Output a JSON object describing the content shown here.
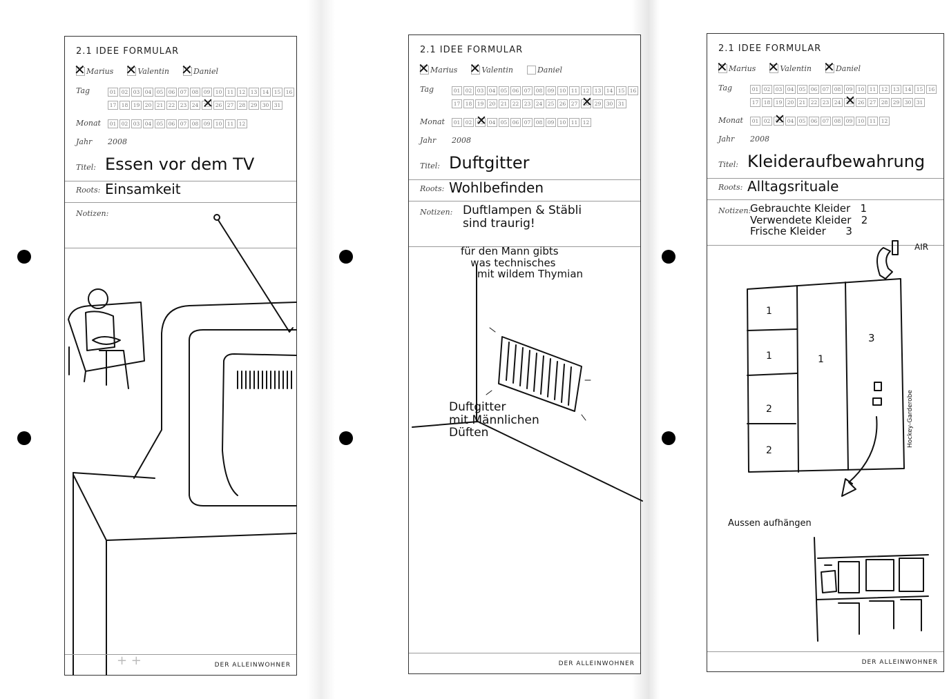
{
  "document": {
    "footer": "DER ALLEINWOHNER"
  },
  "forms": [
    {
      "heading": "2.1 IDEE FORMULAR",
      "names": [
        {
          "label": "Marius",
          "checked": true
        },
        {
          "label": "Valentin",
          "checked": true
        },
        {
          "label": "Daniel",
          "checked": true
        }
      ],
      "day_label": "Tag",
      "day_selected": 25,
      "month_label": "Monat",
      "month_selected": null,
      "year_label": "Jahr",
      "year": "2008",
      "title_label": "Titel:",
      "title": "Essen vor dem TV",
      "roots_label": "Roots:",
      "roots": "Einsamkeit",
      "notes_label": "Notizen:",
      "notes": "",
      "sketch_texts": [
        "+ +"
      ]
    },
    {
      "heading": "2.1 IDEE FORMULAR",
      "names": [
        {
          "label": "Marius",
          "checked": true
        },
        {
          "label": "Valentin",
          "checked": true
        },
        {
          "label": "Daniel",
          "checked": false
        }
      ],
      "day_label": "Tag",
      "day_selected": 28,
      "month_label": "Monat",
      "month_selected": 3,
      "year_label": "Jahr",
      "year": "2008",
      "title_label": "Titel:",
      "title": "Duftgitter",
      "roots_label": "Roots:",
      "roots": "Wohlbefinden",
      "notes_label": "Notizen:",
      "notes": "Duftlampen & Stäbli\nsind traurig!",
      "sketch_texts": [
        "für den Mann gibts\n   was technisches\n     mit wildem Thymian",
        "Duftgitter\nmit Männlichen\nDüften"
      ]
    },
    {
      "heading": "2.1 IDEE FORMULAR",
      "names": [
        {
          "label": "Marius",
          "checked": true
        },
        {
          "label": "Valentin",
          "checked": true
        },
        {
          "label": "Daniel",
          "checked": true
        }
      ],
      "day_label": "Tag",
      "day_selected": 25,
      "month_label": "Monat",
      "month_selected": 3,
      "year_label": "Jahr",
      "year": "2008",
      "title_label": "Titel:",
      "title": "Kleideraufbewahrung",
      "roots_label": "Roots:",
      "roots": "Alltagsrituale",
      "notes_label": "Notizen:",
      "notes": "Gebrauchte Kleider   1\nVerwendete Kleider   2\nFrische Kleider      3",
      "sketch_texts": [
        "AIR",
        "1",
        "1",
        "1",
        "2",
        "2",
        "3",
        "Hockey-Garderobe",
        "Aussen aufhängen"
      ]
    }
  ]
}
